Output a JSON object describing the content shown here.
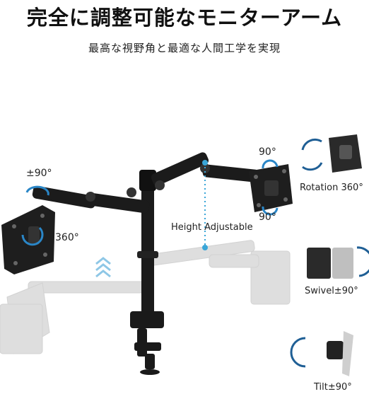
{
  "header": {
    "title": "完全に調整可能なモニターアーム",
    "subtitle": "最高な視野角と最適な人間工学を実現"
  },
  "labels": {
    "left_tilt": "±90°",
    "left_rotation": "360°",
    "right_top_angle": "90°",
    "right_bottom_angle": "90°",
    "height": "Height Adjustable",
    "rotation": "Rotation 360°",
    "swivel": "Swivel±90°",
    "tilt": "Tilt±90°"
  },
  "colors": {
    "accent": "#2a86c7",
    "arm": "#1b1b1b",
    "ghost": "#dcdcdc",
    "dotted": "#3aa6d8"
  }
}
